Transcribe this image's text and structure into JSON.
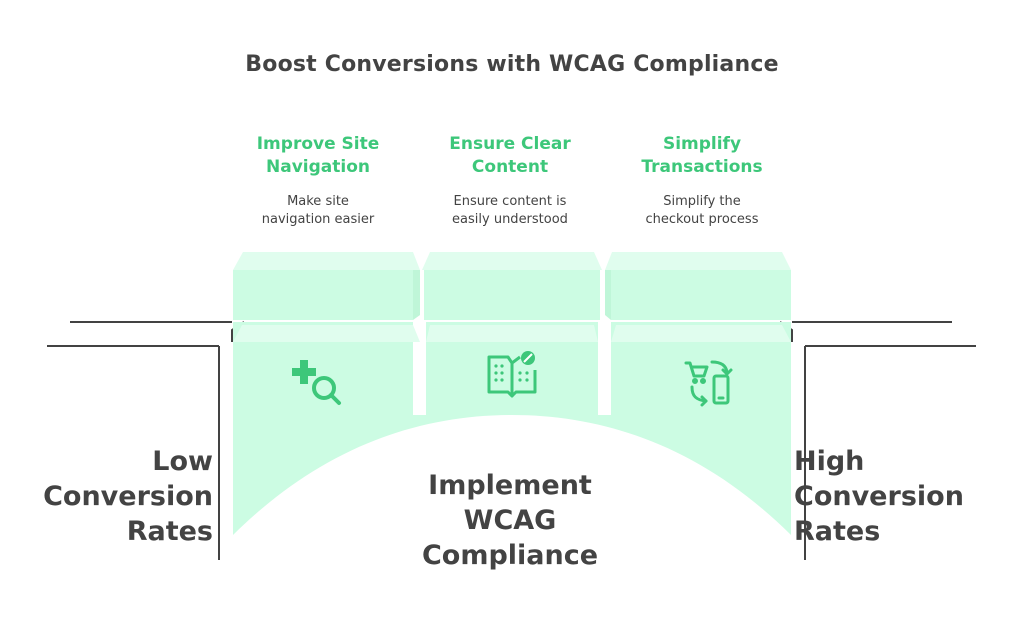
{
  "title": "Boost Conversions with WCAG Compliance",
  "steps": [
    {
      "title": "Improve Site\nNavigation",
      "description": "Make site\nnavigation easier",
      "icon": "add-search-icon"
    },
    {
      "title": "Ensure Clear\nContent",
      "description": "Ensure content is\neasily understood",
      "icon": "braille-book-icon"
    },
    {
      "title": "Simplify\nTransactions",
      "description": "Simplify the\ncheckout process",
      "icon": "cart-phone-sync-icon"
    }
  ],
  "left_label": "Low\nConversion\nRates",
  "right_label": "High\nConversion\nRates",
  "center_label": "Implement\nWCAG\nCompliance",
  "colors": {
    "accent": "#3dc77a",
    "fill": "#ccfce3",
    "fill_top": "#e0fdee",
    "text": "#434343"
  }
}
